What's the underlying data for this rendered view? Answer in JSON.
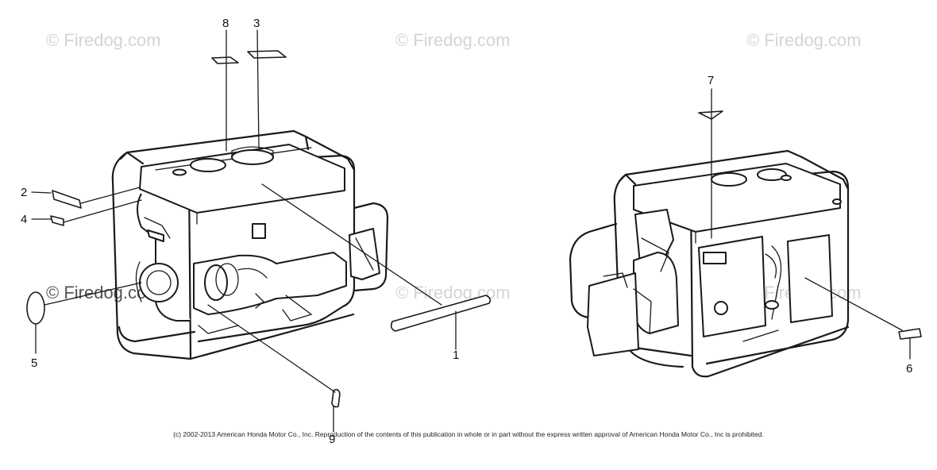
{
  "watermarks": [
    "© Firedog.com",
    "© Firedog.com",
    "© Firedog.com",
    "© Firedog.com",
    "© Firedog.com",
    "© Firedog.com"
  ],
  "callouts": {
    "c1": "1",
    "c2": "2",
    "c3": "3",
    "c4": "4",
    "c5": "5",
    "c6": "6",
    "c7": "7",
    "c8": "8",
    "c9": "9"
  },
  "copyright": "(c) 2002-2013 American Honda Motor Co., Inc. Reproduction of the contents of this publication in whole or in part without the express written approval of American Honda Motor Co., Inc is prohibited."
}
